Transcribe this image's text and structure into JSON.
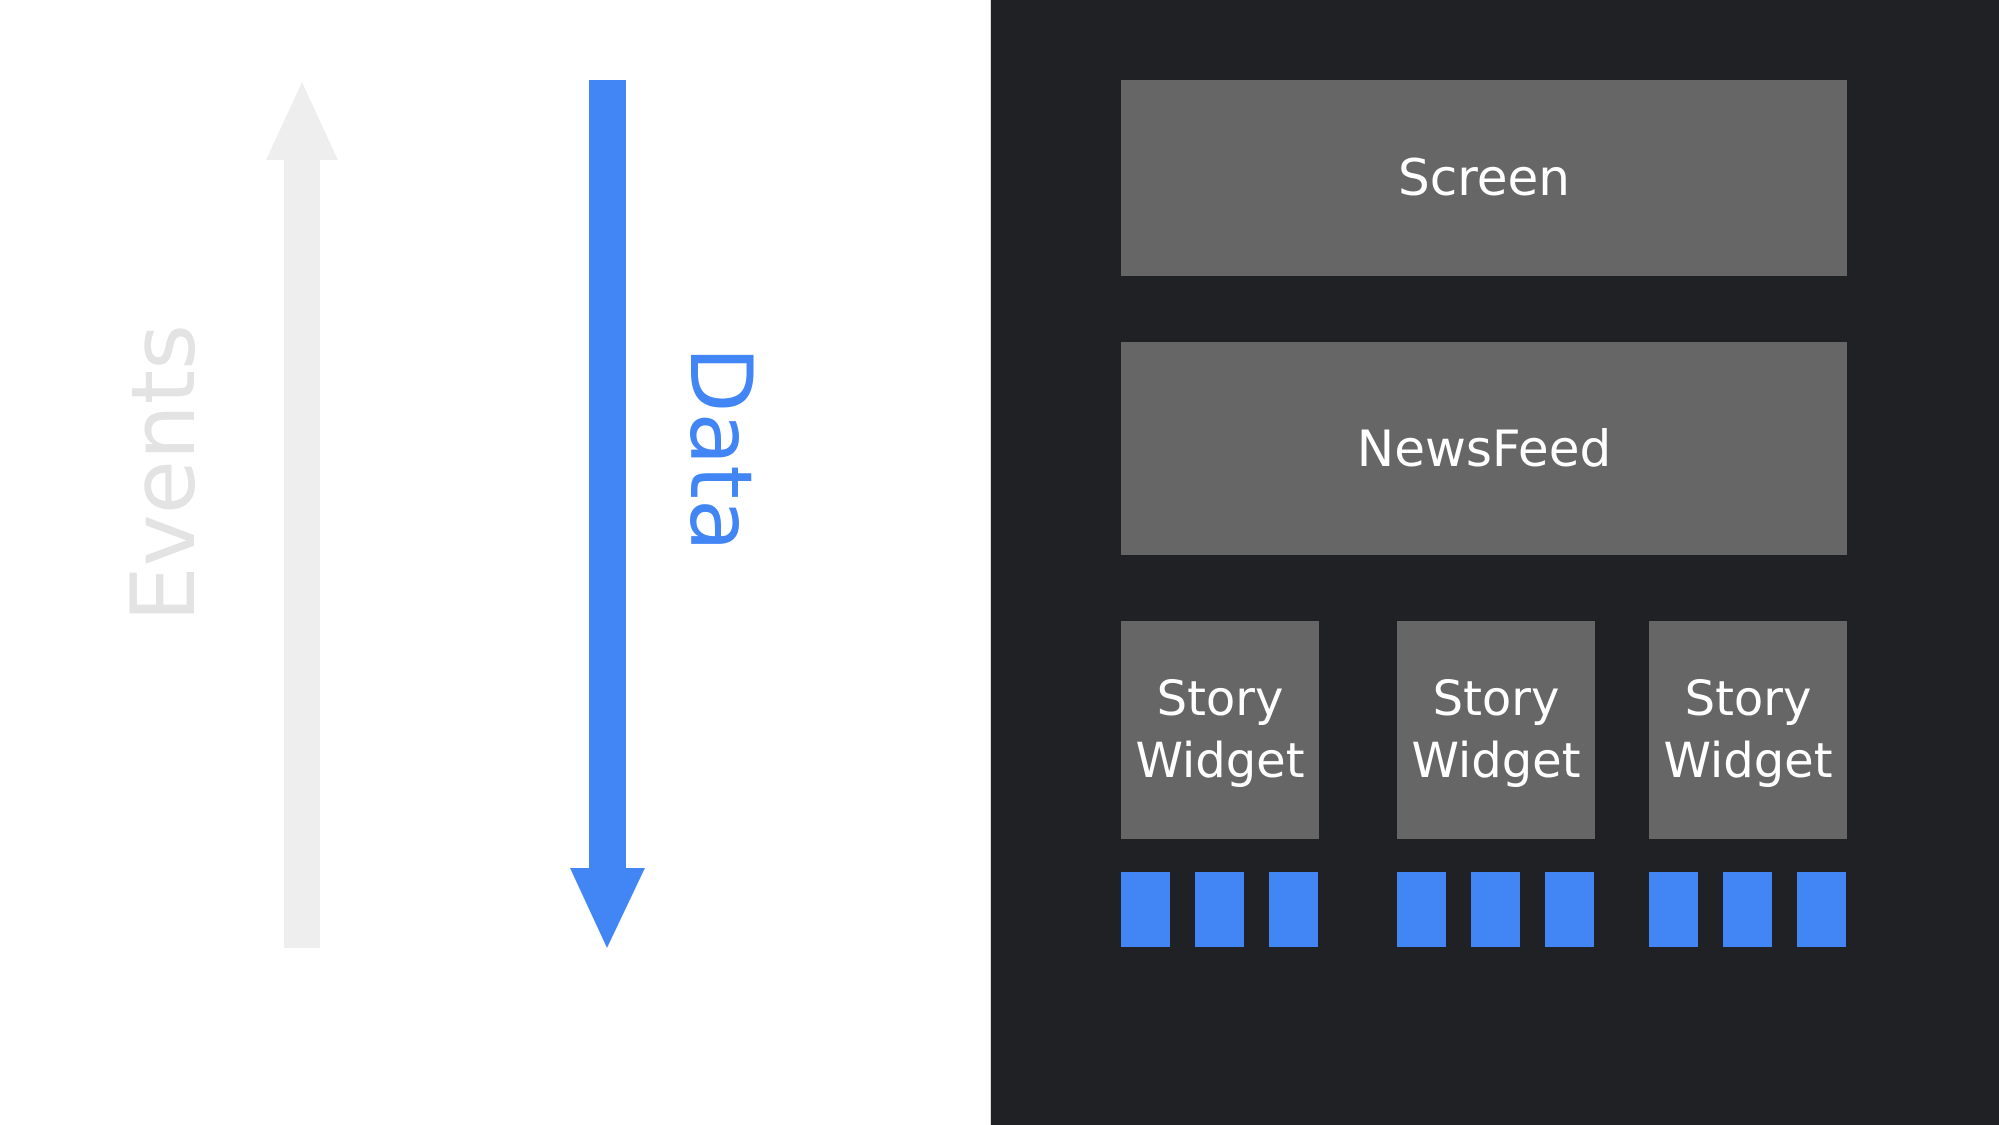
{
  "colors": {
    "data_flow": "#4285f4",
    "events_flow": "#eeeeee",
    "events_text": "#e3e3e3",
    "panel_background": "#202124",
    "box_fill": "#666666",
    "box_text": "#ffffff",
    "leaf_fill": "#4285f4"
  },
  "flows": {
    "events_label": "Events",
    "data_label": "Data"
  },
  "tree": {
    "screen_label": "Screen",
    "newsfeed_label": "NewsFeed",
    "story_widgets": [
      {
        "label": "Story\nWidget",
        "leaf_count": 3
      },
      {
        "label": "Story\nWidget",
        "leaf_count": 3
      },
      {
        "label": "Story\nWidget",
        "leaf_count": 3
      }
    ]
  }
}
